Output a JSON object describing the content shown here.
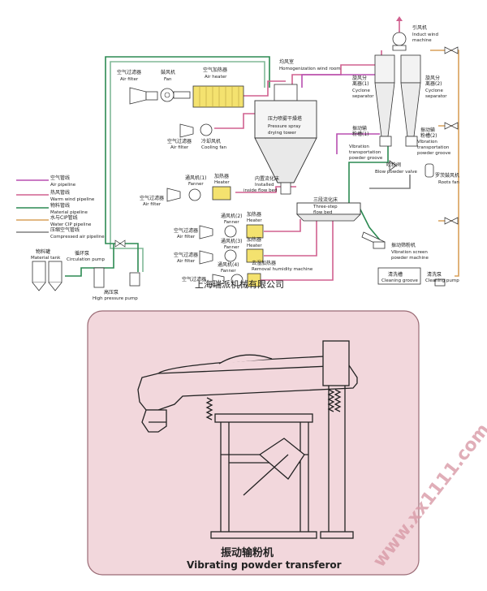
{
  "colors": {
    "air": "#b84fb0",
    "hot_air": "#d0608f",
    "material": "#2c8a52",
    "water": "#d9a05a",
    "compressed_air": "#7f7f7f",
    "panel_bg": "#f2d7dc",
    "panel_border": "#9a6a74",
    "watermark": "#d99aa7"
  },
  "legend": {
    "items": [
      {
        "cn": "空气管线",
        "en": "Air pipeline",
        "color": "#b84fb0"
      },
      {
        "cn": "热风管线",
        "en": "Warm wind pipeline",
        "color": "#d0608f"
      },
      {
        "cn": "物料管线",
        "en": "Material pipeline",
        "color": "#2c8a52"
      },
      {
        "cn": "水与CIP管线",
        "en": "Water CIP pipeline",
        "color": "#d9a05a"
      },
      {
        "cn": "压缩空气管线",
        "en": "Compressed air pipeline",
        "color": "#7f7f7f"
      }
    ]
  },
  "labels": {
    "air_filter_cn": "空气过滤器",
    "air_filter_en": "Air filter",
    "fan_cn": "鼓风机",
    "fan_en": "Fan",
    "air_heater_cn": "空气加热器",
    "air_heater_en": "Air heater",
    "homog_cn": "均风室",
    "homog_en": "Homogenization wind room",
    "tower_cn": "压力喷雾干燥塔",
    "tower_en1": "Pressure spray",
    "tower_en2": "drying tower",
    "cooling_cn": "冷却风机",
    "cooling_en": "Cooling fan",
    "fanner1_cn": "通风机(1)",
    "fanner_en": "Fanner",
    "heater_cn": "加热器",
    "heater_en": "Heater",
    "inside_bed_cn": "内置流化床",
    "inside_bed_en1": "Installed",
    "inside_bed_en2": "inside flow bed",
    "three_step_cn": "三段流化床",
    "three_step_en1": "Three-step",
    "three_step_en2": "flow bed",
    "fanner2_cn": "通风机(2)",
    "fanner3_cn": "通风机(3)",
    "fanner4_cn": "通风机(4)",
    "remove_cn": "去湿加热器",
    "remove_en": "Removal humidity machine",
    "induct_cn": "引风机",
    "induct_en1": "Induct wind",
    "induct_en2": "machine",
    "cyclone1_cn1": "旋风分",
    "cyclone1_cn2": "离器(1)",
    "cyclone_en1": "Cyclone",
    "cyclone_en2": "separator",
    "cyclone2_cn1": "旋风分",
    "cyclone2_cn2": "离器(2)",
    "vib1_cn1": "振动输",
    "vib1_cn2": "粉槽(1)",
    "vib_en1": "Vibration",
    "vib_en2": "transportation",
    "vib_en3": "powder groove",
    "vib2_cn1": "振动输",
    "vib2_cn2": "粉槽(2)",
    "blow_cn": "吹粉阀",
    "blow_en": "Blow powder valve",
    "roots_cn": "罗茨鼓风机",
    "roots_en": "Roots fan",
    "screen_cn": "振动筛粉机",
    "screen_en1": "Vibration screen",
    "screen_en2": "powder machine",
    "tank_cn": "物料罐",
    "tank_en": "Material tank",
    "circ_cn": "循环泵",
    "circ_en": "Circulation pump",
    "hp_cn": "高压泵",
    "hp_en": "High pressure pump",
    "clean_groove_cn": "清洗槽",
    "clean_groove_en": "Cleaning groove",
    "clean_pump_cn": "清洗泵",
    "clean_pump_en": "Cleaning pump"
  },
  "company": "上海瑞派机械有限公司",
  "panel": {
    "title_cn": "振动输粉机",
    "title_en": "Vibrating powder transferor",
    "watermark": "www.xx1111.com"
  }
}
